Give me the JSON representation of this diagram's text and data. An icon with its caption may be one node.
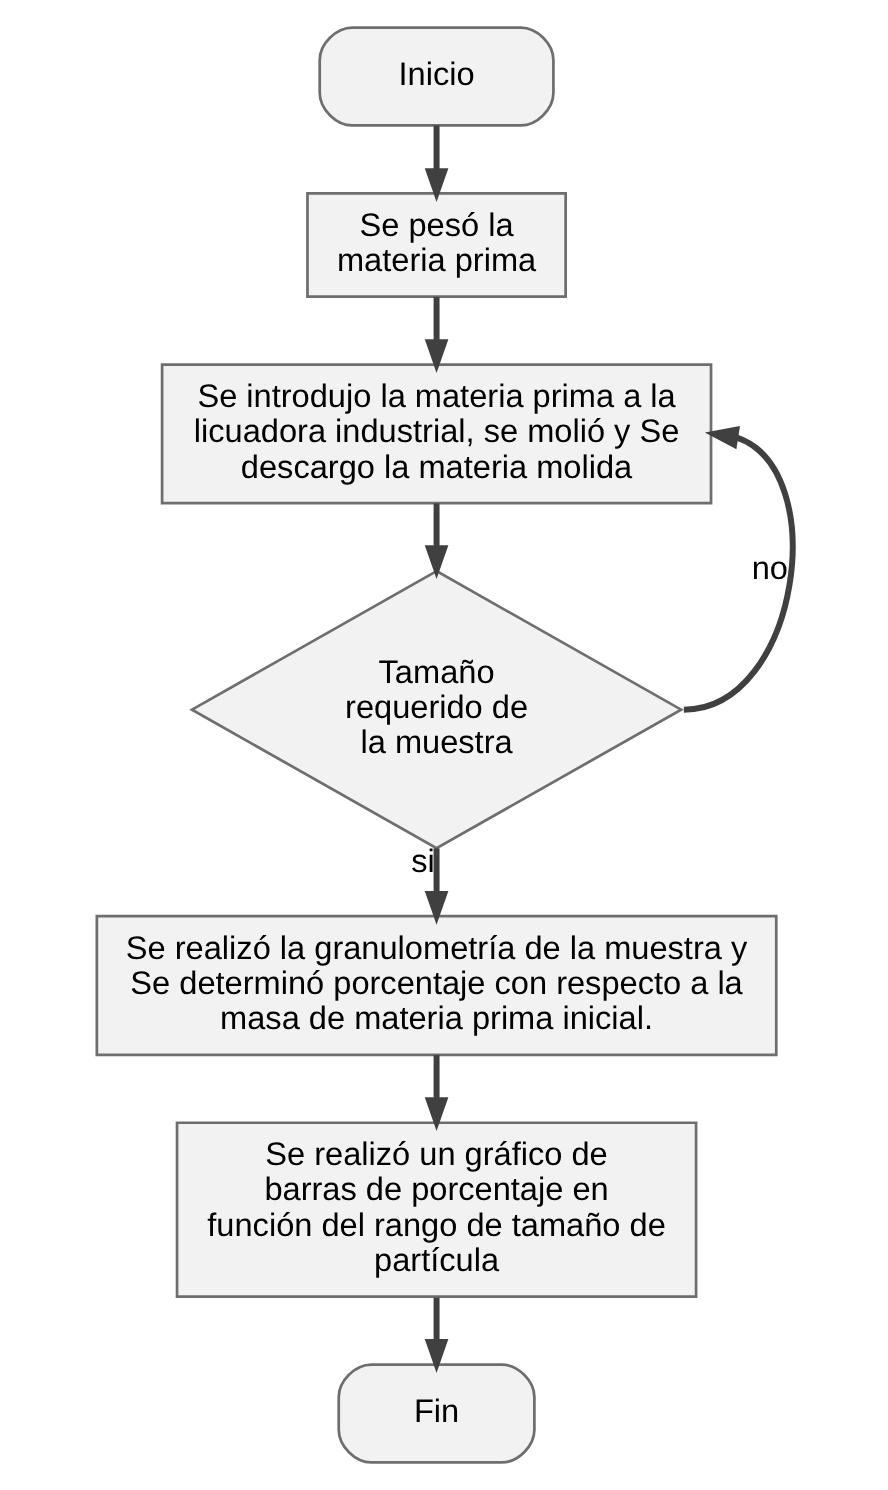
{
  "diagram": {
    "nodes": [
      {
        "text": [
          "Inicio"
        ]
      },
      {
        "text": [
          "Se pesó la materia prima"
        ]
      },
      {
        "text": [
          "Se introdujo la materia prima a la licuadora industrial, se molió y Se descargo la materia molida"
        ]
      },
      {
        "text": [
          "Tamaño requerido de la muestra"
        ]
      },
      {
        "text": [
          "Se realizó la granulometría de la muestra y Se determinó porcentaje con respecto a la masa de materia prima inicial."
        ]
      },
      {
        "text": [
          "Se realizó un gráfico de barras de porcentaje en función del rango de tamaño de partícula"
        ]
      },
      {
        "text": [
          "Fin"
        ]
      }
    ],
    "edges": [
      {
        "from": 0,
        "to": 1,
        "arrow": "to"
      },
      {
        "from": 1,
        "to": 2,
        "arrow": "to"
      },
      {
        "from": 2,
        "to": 3,
        "arrow": "to"
      },
      {
        "from": 3,
        "to": 2,
        "arrow": "to",
        "label": "no"
      },
      {
        "from": 3,
        "to": 4,
        "arrow": "to",
        "label": "si"
      },
      {
        "from": 4,
        "to": 5,
        "arrow": "to"
      },
      {
        "from": 5,
        "to": 6,
        "arrow": "to"
      }
    ]
  }
}
